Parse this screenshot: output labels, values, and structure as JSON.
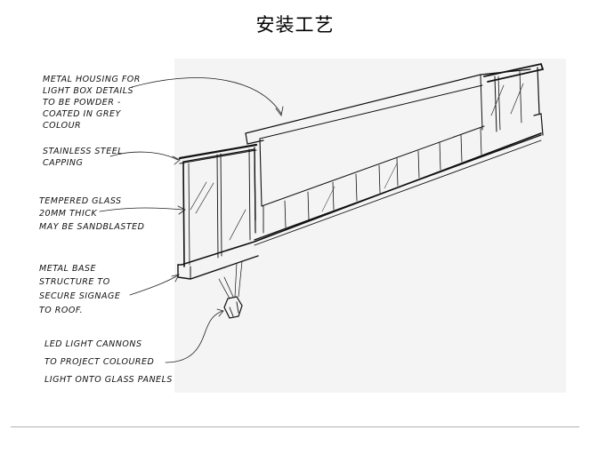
{
  "header": {
    "title": "安装工艺"
  },
  "annotations": {
    "housing": [
      "METAL HOUSING FOR",
      "LIGHT BOX DETAILS",
      "TO BE POWDER -",
      "COATED IN GREY",
      "COLOUR"
    ],
    "capping": [
      "STAINLESS STEEL",
      "CAPPING"
    ],
    "glass": [
      "TEMPERED GLASS",
      "20MM THICK",
      "MAY BE SANDBLASTED"
    ],
    "base": [
      "METAL BASE",
      "STRUCTURE TO",
      "SECURE SIGNAGE",
      "TO ROOF."
    ],
    "cannons": [
      "LED LIGHT CANNONS",
      "TO PROJECT COLOURED",
      "LIGHT ONTO GLASS PANELS"
    ]
  }
}
